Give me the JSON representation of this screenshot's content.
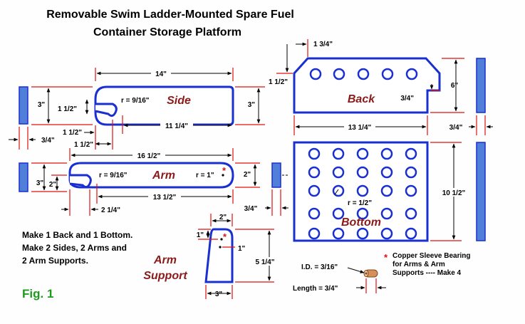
{
  "title": {
    "line1": "Removable Swim Ladder-Mounted Spare Fuel",
    "line2": "Container Storage Platform"
  },
  "figure_label": "Fig. 1",
  "parts": {
    "side": "Side",
    "back": "Back",
    "arm": "Arm",
    "arm_support_1": "Arm",
    "arm_support_2": "Support",
    "bottom": "Bottom"
  },
  "dimensions": {
    "side_length": "14\"",
    "side_height": "3\"",
    "side_left_height": "3\"",
    "side_slot_offset": "1 1/2\"",
    "side_slot_offset_2": "1 1/2\"",
    "side_slot_offset_3": "1 1/2\"",
    "side_radius": "r = 9/16\"",
    "side_straight": "11 1/4\"",
    "edge_thickness_left": "3/4\"",
    "back_chamfer_w": "1 3/4\"",
    "back_chamfer_h": "1 1/2\"",
    "back_height": "6\"",
    "back_inset": "3/4\"",
    "back_width": "13 1/4\"",
    "back_edge_thickness": "3/4\"",
    "arm_length": "16 1/2\"",
    "arm_radius_left": "r = 9/16\"",
    "arm_radius_right": "r = 1\"",
    "arm_height": "2\"",
    "arm_left_height": "3\"",
    "arm_left_inner": "2\"",
    "arm_straight": "13 1/2\"",
    "arm_slot": "2 1/4\"",
    "arm_edge_thickness": "3/4\"",
    "bottom_height": "10 1/2\"",
    "bottom_hole_radius": "r = 1/2\"",
    "support_top": "2\"",
    "support_hole_1": "1\"",
    "support_hole_2": "1\"",
    "support_height": "5 1/4\"",
    "support_bottom": "3\"",
    "sleeve_id": "I.D. = 3/16\"",
    "sleeve_length": "Length = 3/4\""
  },
  "notes": {
    "make_line1": "Make 1 Back and 1 Bottom.",
    "make_line2": "Make 2 Sides, 2 Arms and",
    "make_line3": "2 Arm Supports.",
    "sleeve_star": "*",
    "sleeve_line1": "Copper Sleeve Bearing",
    "sleeve_line2": "for Arms & Arm",
    "sleeve_line3": "Supports ---- Make 4"
  },
  "colors": {
    "outline": "#1a2fd0",
    "edge_fill": "#4f7fd9",
    "dimension_lines": "#e01010",
    "part_label": "#8b1a1a",
    "figure_label": "#1e9a1e"
  }
}
